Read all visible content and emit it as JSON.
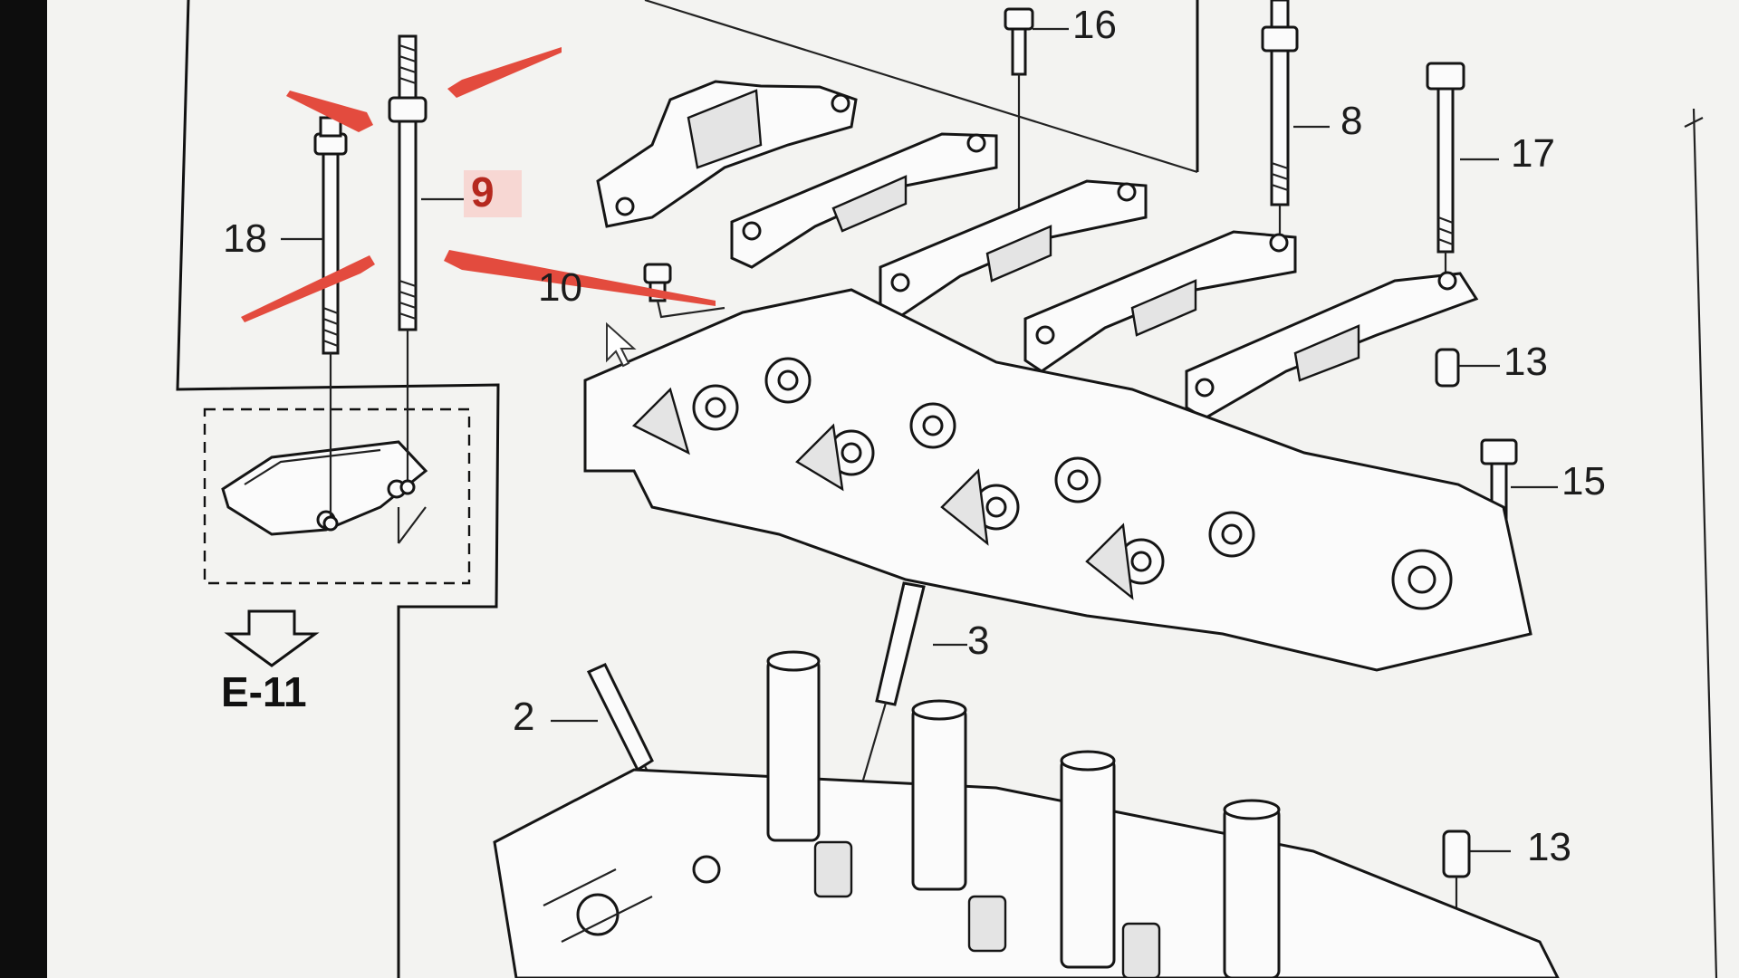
{
  "diagram": {
    "reference_label": "E-11",
    "callouts": [
      "18",
      "9",
      "10",
      "16",
      "8",
      "17",
      "13",
      "15",
      "3",
      "2",
      "13"
    ],
    "highlighted_callout_index": 1
  },
  "colors": {
    "highlight_arrow": "#e34b3e",
    "highlight_label_bg": "#f7d7d3",
    "highlight_label_text": "#b5281e",
    "line_art": "#151515",
    "paper": "#f3f3f1"
  },
  "pointer": {
    "icon": "mouse-cursor-icon"
  }
}
